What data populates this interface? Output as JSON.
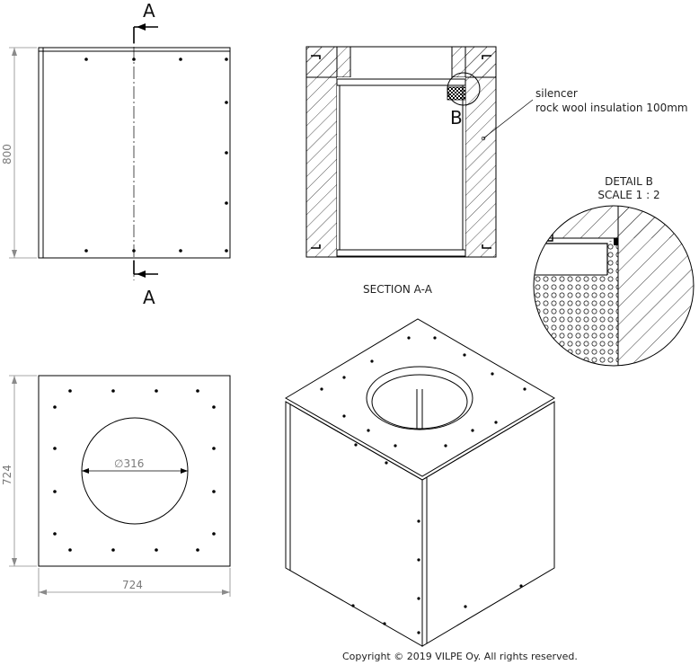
{
  "front_view": {
    "section_marker": "A",
    "height_dim": "800"
  },
  "section_view": {
    "title": "SECTION A-A",
    "detail_marker": "B",
    "callout_line1": "silencer",
    "callout_line2": "rock wool insulation 100mm"
  },
  "detail_view": {
    "title_line1": "DETAIL B",
    "title_line2": "SCALE 1 : 2"
  },
  "top_view": {
    "diameter_label": "∅316",
    "width_dim": "724",
    "height_dim": "724"
  },
  "footer": {
    "copyright": "Copyright © 2019 VILPE Oy. All rights reserved."
  },
  "colors": {
    "line": "#000000",
    "dimension": "#8a8a8a",
    "background": "#ffffff"
  }
}
